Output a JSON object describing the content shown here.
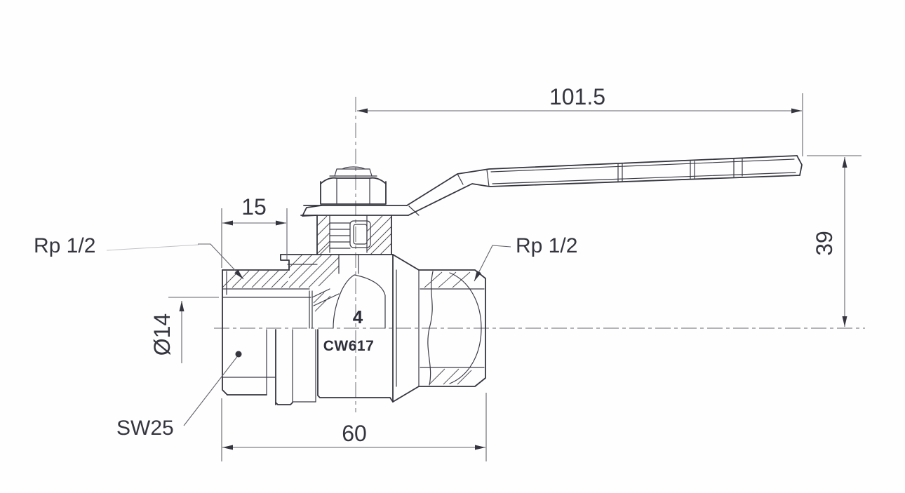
{
  "drawing_title": "Ball valve with lever handle - dimensioned section drawing",
  "dimensions": {
    "handle_length": "101.5",
    "height_to_handle": "39",
    "thread_engagement": "15",
    "bore_diameter": "Ø14",
    "body_length": "60"
  },
  "thread_labels": {
    "left": "Rp 1/2",
    "right": "Rp 1/2"
  },
  "wrench_label": "SW25",
  "body_markings": {
    "size": "4",
    "alloy": "CW617"
  },
  "colors": {
    "object_line": "#35353f",
    "dimension_line": "#63636b",
    "centerline": "#85858d",
    "background": "#fefefe",
    "text": "#35353f"
  }
}
